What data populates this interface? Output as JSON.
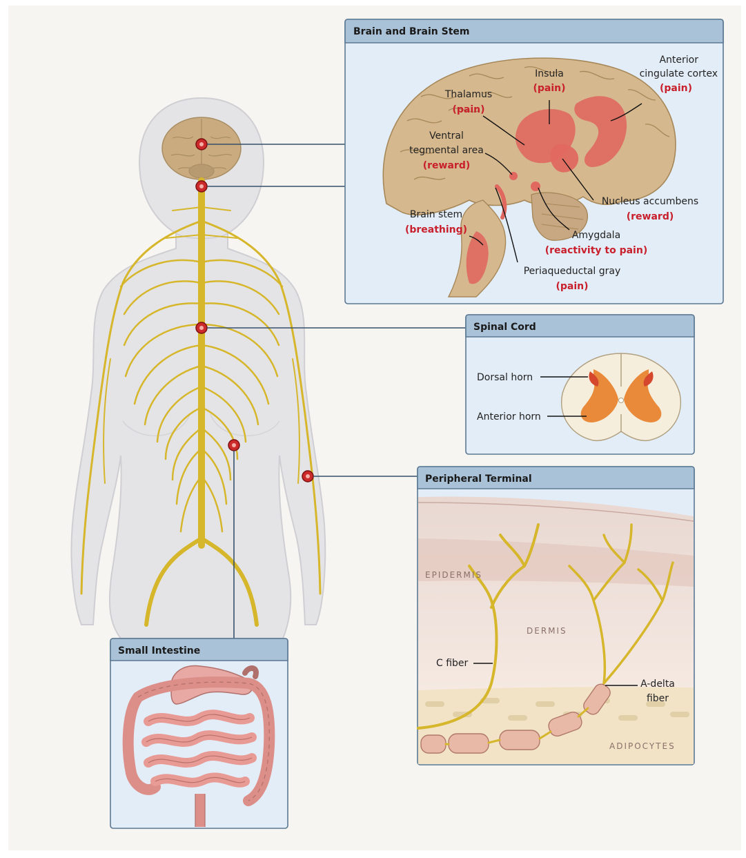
{
  "panels": {
    "brain": {
      "title": "Brain and Brain Stem",
      "labels": {
        "insula": "Insula",
        "insula_fn": "(pain)",
        "acc_1": "Anterior",
        "acc_2": "cingulate cortex",
        "acc_fn": "(pain)",
        "thalamus": "Thalamus",
        "thalamus_fn": "(pain)",
        "vta_1": "Ventral",
        "vta_2": "tegmental area",
        "vta_fn": "(reward)",
        "nacc": "Nucleus accumbens",
        "nacc_fn": "(reward)",
        "brainstem": "Brain stem",
        "brainstem_fn": "(breathing)",
        "amygdala": "Amygdala",
        "amygdala_fn": "(reactivity to pain)",
        "pag": "Periaqueductal gray",
        "pag_fn": "(pain)"
      }
    },
    "spinal": {
      "title": "Spinal Cord",
      "labels": {
        "dorsal": "Dorsal horn",
        "anterior": "Anterior horn"
      }
    },
    "peripheral": {
      "title": "Peripheral Terminal",
      "labels": {
        "epidermis": "EPIDERMIS",
        "dermis": "DERMIS",
        "adipocytes": "ADIPOCYTES",
        "cfiber": "C fiber",
        "adelta_1": "A-delta",
        "adelta_2": "fiber"
      }
    },
    "intestine": {
      "title": "Small Intestine"
    }
  },
  "colors": {
    "nerve": "#d6b62a",
    "highlight": "#e0685f",
    "panel_bg": "#e3edf7",
    "panel_header": "#a9c2d8",
    "marker": "#cc2a2a"
  }
}
